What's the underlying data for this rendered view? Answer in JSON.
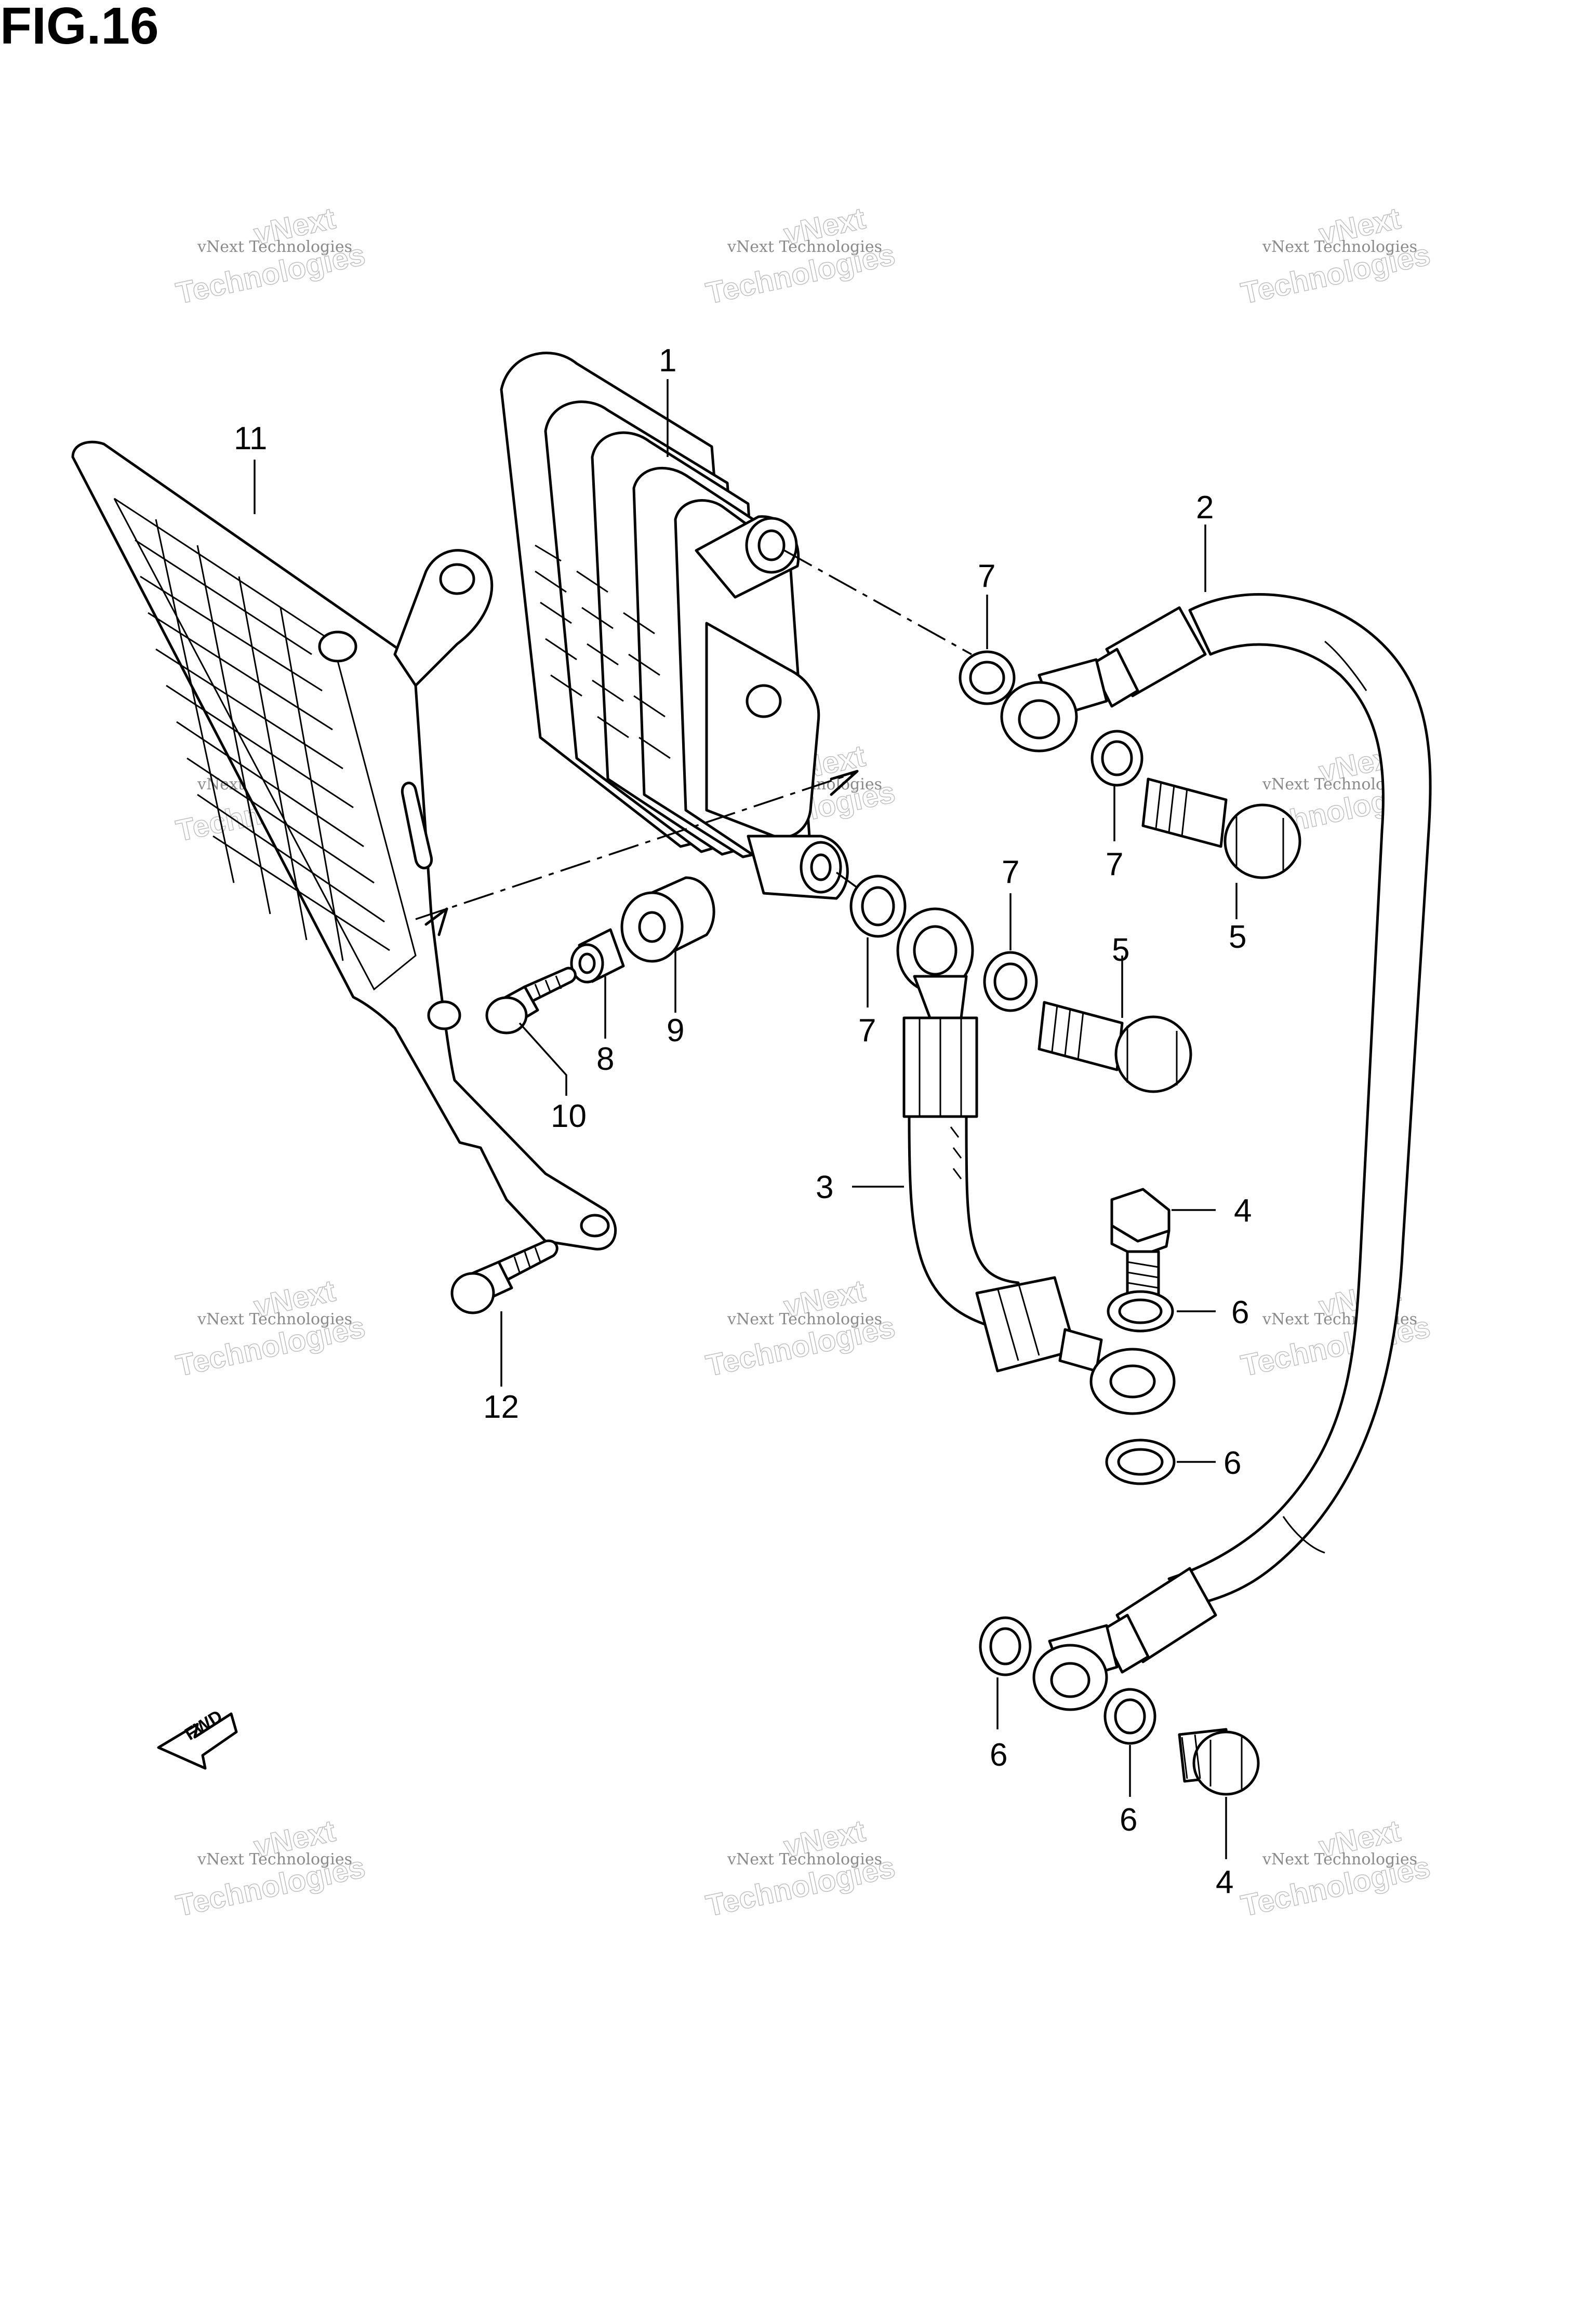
{
  "figure": {
    "title": "FIG.16"
  },
  "watermark": {
    "line1": "vNext Technologies",
    "line2": "vNext",
    "line3": "Technologies"
  },
  "fwd": {
    "label": "FWD"
  },
  "callouts": {
    "c1": "1",
    "c2": "2",
    "c3": "3",
    "c4a": "4",
    "c4b": "4",
    "c5a": "5",
    "c5b": "5",
    "c6a": "6",
    "c6b": "6",
    "c6c": "6",
    "c6d": "6",
    "c7a": "7",
    "c7b": "7",
    "c7c": "7",
    "c7d": "7",
    "c8": "8",
    "c9": "9",
    "c10": "10",
    "c11": "11",
    "c12": "12"
  }
}
